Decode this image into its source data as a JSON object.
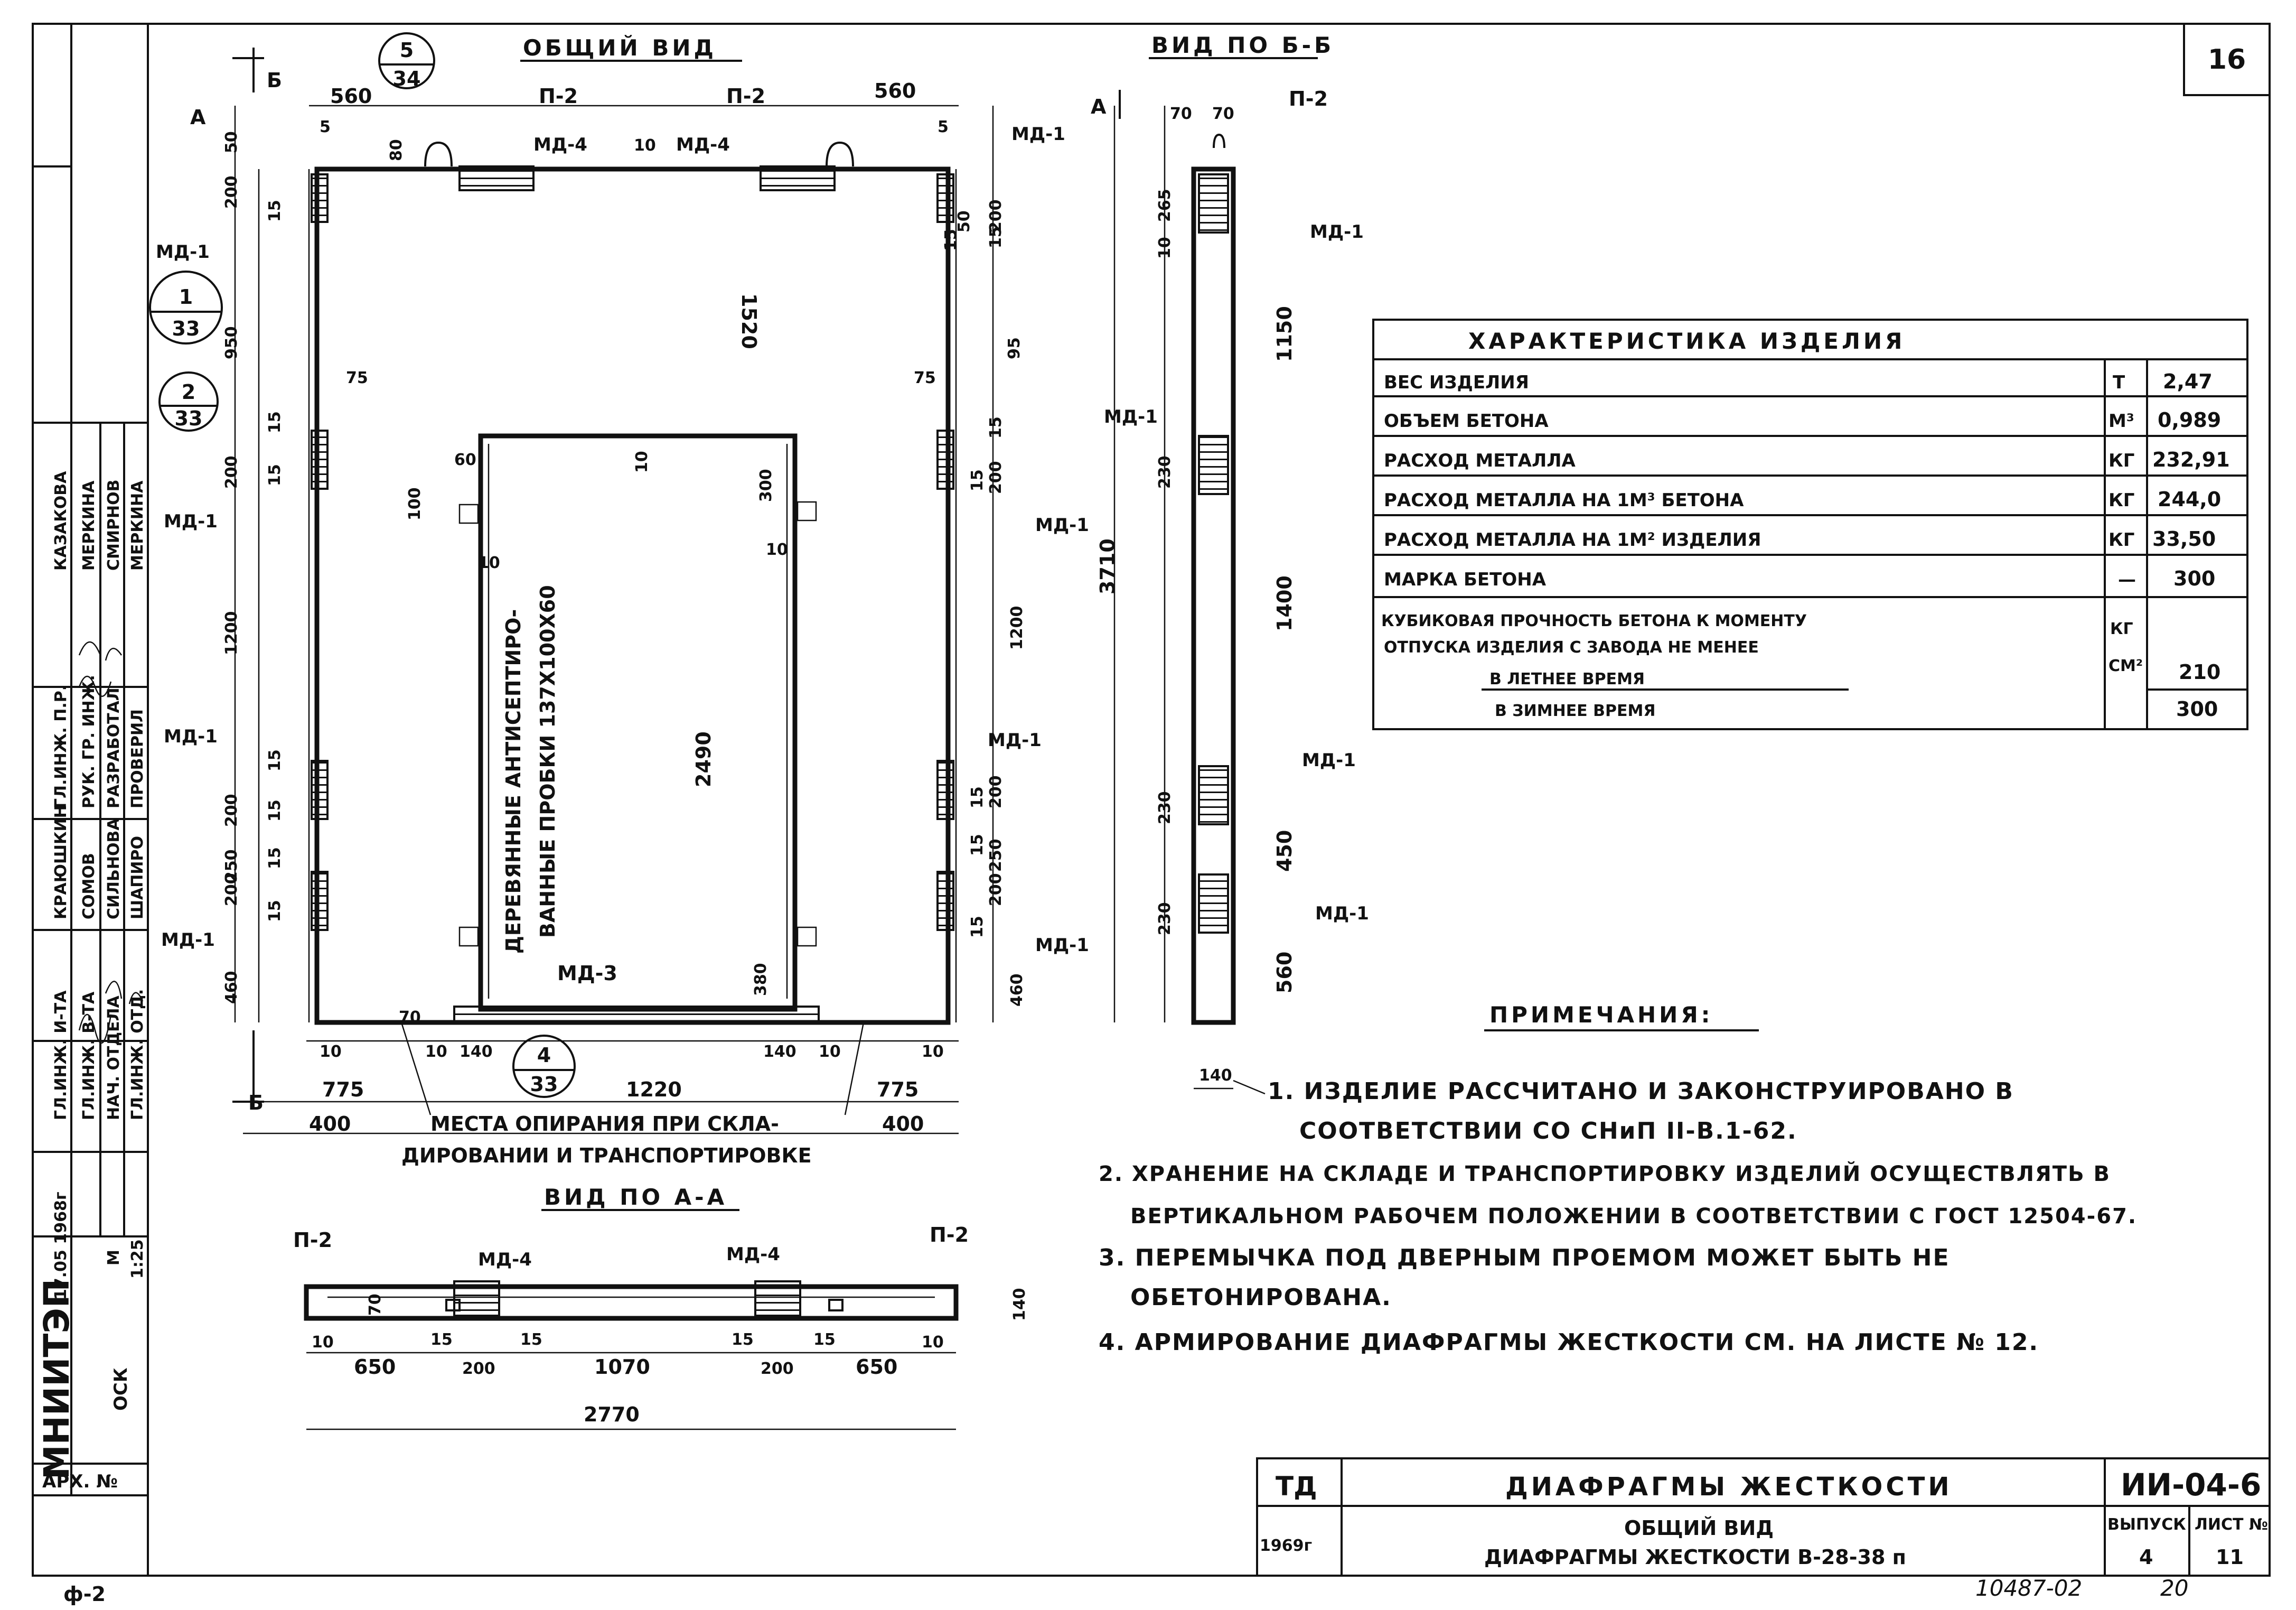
{
  "sheet": {
    "number_badge": "16",
    "bottom_left_code": "ф-2",
    "bottom_right_code": "10487-02",
    "bottom_right_num": "20"
  },
  "main_view": {
    "title": "ОБЩИЙ ВИД",
    "section_mark": "Б",
    "arrow_a": "А",
    "callout_5_34": [
      "5",
      "34"
    ],
    "callout_1_33": [
      "1",
      "33"
    ],
    "callout_2_33": [
      "2",
      "33"
    ],
    "callout_4_33": [
      "4",
      "33"
    ],
    "labels": {
      "p2": "П-2",
      "md1": "МД-1",
      "md3": "МД-3",
      "md4": "МД-4",
      "vertical_text_1": "ДЕРЕВЯННЫЕ АНТИСЕПТИРО-",
      "vertical_text_2": "ВАННЫЕ ПРОБКИ 137Х100Х60",
      "support_1": "МЕСТА ОПИРАНИЯ ПРИ СКЛА-",
      "support_2": "ДИРОВАНИИ И ТРАНСПОРТИРОВКЕ"
    },
    "dims": {
      "d560": "560",
      "d50": "50",
      "d5": "5",
      "d80": "80",
      "d10": "10",
      "d75": "75",
      "d200": "200",
      "d15": "15",
      "d950": "950",
      "d1520": "1520",
      "d95": "95",
      "d60": "60",
      "d100": "100",
      "d300": "300",
      "d1200": "1200",
      "d2490": "2490",
      "d3710": "3710",
      "d250": "250",
      "d460": "460",
      "d380": "380",
      "d70": "70",
      "d140": "140",
      "d775": "775",
      "d1220": "1220",
      "d400": "400"
    }
  },
  "side_view": {
    "title": "ВИД ПО Б-Б",
    "arrow_a": "А",
    "labels": {
      "p2": "П-2",
      "md1": "МД-1"
    },
    "dims": {
      "d70a": "70",
      "d70b": "70",
      "d265": "265",
      "d10": "10",
      "d1150": "1150",
      "d230": "230",
      "d1400": "1400",
      "d450": "450",
      "d560": "560",
      "d140": "140"
    }
  },
  "view_aa": {
    "title": "ВИД ПО А-А",
    "labels": {
      "p2": "П-2",
      "md4": "МД-4"
    },
    "dims": {
      "d70": "70",
      "d140": "140",
      "d10": "10",
      "d15": "15",
      "d650": "650",
      "d200": "200",
      "d1070": "1070",
      "d2770": "2770"
    }
  },
  "characteristics": {
    "title": "ХАРАКТЕРИСТИКА ИЗДЕЛИЯ",
    "rows": [
      {
        "name": "ВЕС ИЗДЕЛИЯ",
        "unit": "Т",
        "value": "2,47"
      },
      {
        "name": "ОБЪЕМ БЕТОНА",
        "unit": "М³",
        "value": "0,989"
      },
      {
        "name": "РАСХОД МЕТАЛЛА",
        "unit": "КГ",
        "value": "232,91"
      },
      {
        "name": "РАСХОД МЕТАЛЛА НА 1М³ БЕТОНА",
        "unit": "КГ",
        "value": "244,0"
      },
      {
        "name": "РАСХОД МЕТАЛЛА НА 1М² ИЗДЕЛИЯ",
        "unit": "КГ",
        "value": "33,50"
      },
      {
        "name": "МАРКА БЕТОНА",
        "unit": "—",
        "value": "300"
      }
    ],
    "strength_1": "КУБИКОВАЯ ПРОЧНОСТЬ БЕТОНА К МОМЕНТУ",
    "strength_2": "ОТПУСКА ИЗДЕЛИЯ С ЗАВОДА НЕ МЕНЕЕ",
    "summer": "В ЛЕТНЕЕ ВРЕМЯ",
    "winter": "В ЗИМНЕЕ ВРЕМЯ",
    "unit_kg": "КГ",
    "unit_cm2": "СМ²",
    "summer_value": "210",
    "winter_value": "300"
  },
  "notes": {
    "title": "ПРИМЕЧАНИЯ:",
    "n1a": "1. ИЗДЕЛИЕ РАССЧИТАНО И ЗАКОНСТРУИРОВАНО В",
    "n1b": "СООТВЕТСТВИИ СО СНиП II-В.1-62.",
    "n2a": "2. ХРАНЕНИЕ НА СКЛАДЕ И ТРАНСПОРТИРОВКУ ИЗДЕЛИЙ ОСУЩЕСТВЛЯТЬ В",
    "n2b": "ВЕРТИКАЛЬНОМ РАБОЧЕМ ПОЛОЖЕНИИ В СООТВЕТСТВИИ С ГОСТ 12504-67.",
    "n3a": "3. ПЕРЕМЫЧКА ПОД ДВЕРНЫМ ПРОЕМОМ МОЖЕТ БЫТЬ НЕ",
    "n3b": "ОБЕТОНИРОВАНА.",
    "n4": "4. АРМИРОВАНИЕ ДИАФРАГМЫ ЖЕСТКОСТИ СМ. НА ЛИСТЕ № 12."
  },
  "title_block": {
    "td": "ТД",
    "year": "1969г",
    "title": "ДИАФРАГМЫ ЖЕСТКОСТИ",
    "subtitle_1": "ОБЩИЙ ВИД",
    "subtitle_2": "ДИАФРАГМЫ ЖЕСТКОСТИ В-28-38 п",
    "code": "ИИ-04-6",
    "issue_label": "ВЫПУСК",
    "sheet_label": "ЛИСТ №",
    "issue": "4",
    "sheet": "11"
  },
  "stamp": {
    "org": "МНИИТЭП",
    "dept": "ОСК",
    "arch": "АРХ. №",
    "date": "17.05 1968г",
    "scale_label": "М",
    "scale": "1:25",
    "roles": [
      "ГЛ.ИНЖ. И-ТА",
      "ГЛ.ИНЖ. В-ТА",
      "НАЧ. ОТДЕЛА",
      "ГЛ.ИНЖ. ОТД."
    ],
    "roles2": [
      "ГЛ.ИНЖ. П.Р.",
      "РУК. ГР. ИНЖ.",
      "РАЗРАБОТАЛ",
      "ПРОВЕРИЛ"
    ],
    "names": [
      "КРАЮШКИН",
      "СОМОВ",
      "СИЛЬНОВА",
      "ШАПИРО"
    ],
    "names2": [
      "КАЗАКОВА",
      "МЕРКИНА",
      "СМИРНОВ",
      "МЕРКИНА"
    ]
  }
}
